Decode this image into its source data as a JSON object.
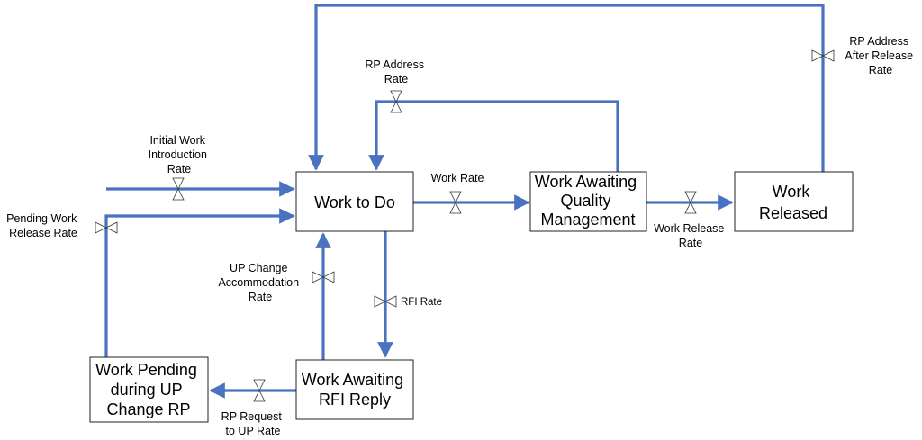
{
  "colors": {
    "flow": "#4a72c0",
    "stock_border": "#222222",
    "text": "#000000"
  },
  "stocks": {
    "work_to_do": [
      "Work to Do"
    ],
    "work_awaiting_qm": [
      "Work Awaiting",
      "Quality",
      "Management"
    ],
    "work_released": [
      "Work",
      "Released"
    ],
    "work_awaiting_rfi": [
      "Work Awaiting",
      "RFI Reply"
    ],
    "work_pending_up": [
      "Work Pending",
      "during UP",
      "Change RP"
    ]
  },
  "rates": {
    "initial_work_intro": [
      "Initial Work",
      "Introduction",
      "Rate"
    ],
    "pending_work_release": [
      "Pending Work",
      "Release Rate"
    ],
    "work_rate": [
      "Work Rate"
    ],
    "work_release_rate": [
      "Work Release",
      "Rate"
    ],
    "rp_address": [
      "RP Address",
      "Rate"
    ],
    "rp_address_after_release": [
      "RP Address",
      "After Release",
      "Rate"
    ],
    "up_change_accommodation": [
      "UP Change",
      "Accommodation",
      "Rate"
    ],
    "rfi_rate": [
      "RFI Rate"
    ],
    "rp_request_to_up": [
      "RP Request",
      "to UP Rate"
    ]
  }
}
